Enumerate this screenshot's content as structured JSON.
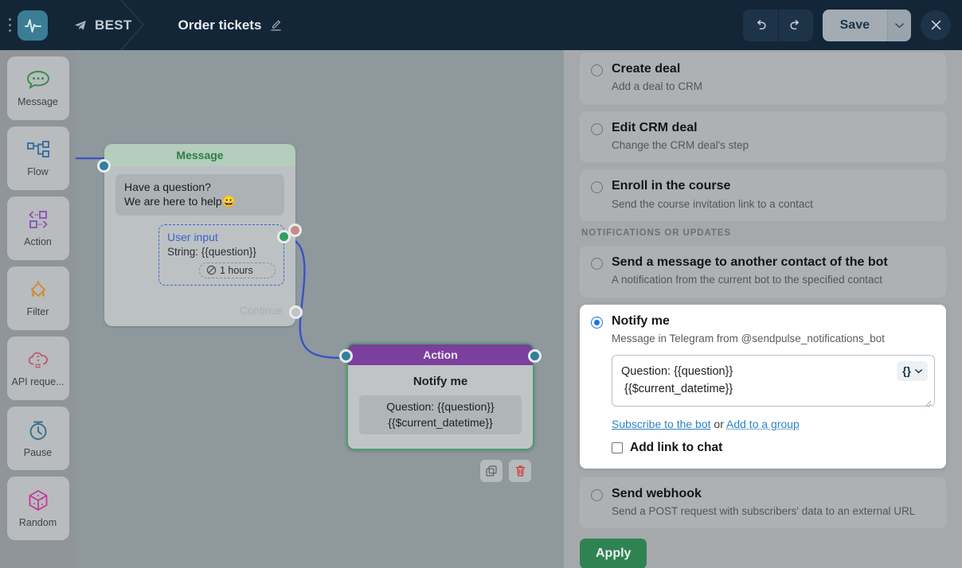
{
  "topbar": {
    "logo_icon": "pulse-logo-icon",
    "brand": "BEST",
    "brand_icon": "telegram-plane-icon",
    "doc_title": "Order tickets",
    "edit_icon": "pencil-icon",
    "undo_icon": "undo-arrow-icon",
    "redo_icon": "redo-arrow-icon",
    "save_label": "Save",
    "save_caret_icon": "chevron-down-icon",
    "close_icon": "close-x-icon",
    "bg_color": "#132638",
    "save_bg_color": "#a3acb3"
  },
  "rail": {
    "items": [
      {
        "label": "Message",
        "icon": "chat-bubble-icon",
        "color": "#3b8a4e"
      },
      {
        "label": "Flow",
        "icon": "flow-nodes-icon",
        "color": "#3a6f9e"
      },
      {
        "label": "Action",
        "icon": "action-brackets-icon",
        "color": "#8a4fb5"
      },
      {
        "label": "Filter",
        "icon": "filter-diamond-icon",
        "color": "#d08b2c"
      },
      {
        "label": "API reque...",
        "icon": "api-cloud-icon",
        "color": "#c0556a"
      },
      {
        "label": "Pause",
        "icon": "stopwatch-icon",
        "color": "#3a6f8e"
      },
      {
        "label": "Random",
        "icon": "dice-cube-icon",
        "color": "#c4399a"
      }
    ]
  },
  "canvas": {
    "message_node": {
      "header": "Message",
      "bubble_line1": "Have a question?",
      "bubble_line2": "We are here to help😀",
      "user_input_title": "User input",
      "user_input_value": "String: {{question}}",
      "timeout_label": "1 hours",
      "timeout_icon": "no-entry-icon",
      "continue_label": "Continue",
      "header_color": "#b4cdbd",
      "header_text_color": "#2e7d46"
    },
    "action_node": {
      "header": "Action",
      "title": "Notify me",
      "body_line1": "Question: {{question}}",
      "body_line2": "{{$current_datetime}}",
      "header_color": "#7b3f9d",
      "border_color": "#4aa06a",
      "copy_icon": "copy-icon",
      "delete_icon": "trash-icon"
    },
    "connector_color": "#3a52c4"
  },
  "panel": {
    "options_top": [
      {
        "title": "Create deal",
        "sub": "Add a deal to CRM",
        "selected": false
      },
      {
        "title": "Edit CRM deal",
        "sub": "Change the CRM deal's step",
        "selected": false
      },
      {
        "title": "Enroll in the course",
        "sub": "Send the course invitation link to a contact",
        "selected": false
      }
    ],
    "section_label": "NOTIFICATIONS OR UPDATES",
    "option_send_message": {
      "title": "Send a message to another contact of the bot",
      "sub": "A notification from the current bot to the specified contact",
      "selected": false
    },
    "option_notify_me": {
      "title": "Notify me",
      "sub": "Message in Telegram from @sendpulse_notifications_bot",
      "selected": true,
      "textarea_value": "Question: {{question}}\n {{$current_datetime}}",
      "variable_button_icon": "curly-braces-icon",
      "variable_button_label": "{}",
      "variable_caret_icon": "chevron-down-icon",
      "link_subscribe": "Subscribe to the bot",
      "link_or": " or ",
      "link_add_group": "Add to a group",
      "checkbox_label": "Add link to chat",
      "checkbox_checked": false
    },
    "option_webhook": {
      "title": "Send webhook",
      "sub": "Send a POST request with subscribers' data to an external URL",
      "selected": false
    },
    "apply_label": "Apply",
    "apply_color": "#2f8352",
    "accent_color": "#1b72e8"
  }
}
